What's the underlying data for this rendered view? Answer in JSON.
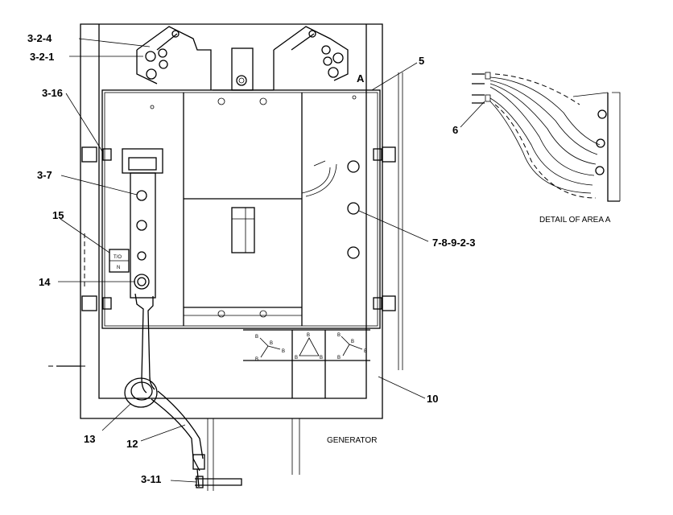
{
  "callouts": {
    "c_3_2_4": "3-2-4",
    "c_3_2_1": "3-2-1",
    "c_3_16": "3-16",
    "c_3_7": "3-7",
    "c_15": "15",
    "c_14": "14",
    "c_13": "13",
    "c_12": "12",
    "c_3_11": "3-11",
    "c_10": "10",
    "c_5": "5",
    "c_A": "A",
    "c_7_8_9_2_3": "7-8-9-2-3",
    "c_6": "6"
  },
  "labels": {
    "detail_caption": "DETAIL OF AREA A",
    "generator": "GENERATOR",
    "tag_top": "T/O",
    "tag_bottom": "N"
  },
  "wiring_diagram_letters": {
    "wye1": [
      "B",
      "B",
      "B",
      "B"
    ],
    "delta": [
      "B",
      "B",
      "B"
    ],
    "wye2": [
      "B",
      "B",
      "B",
      "B"
    ]
  }
}
